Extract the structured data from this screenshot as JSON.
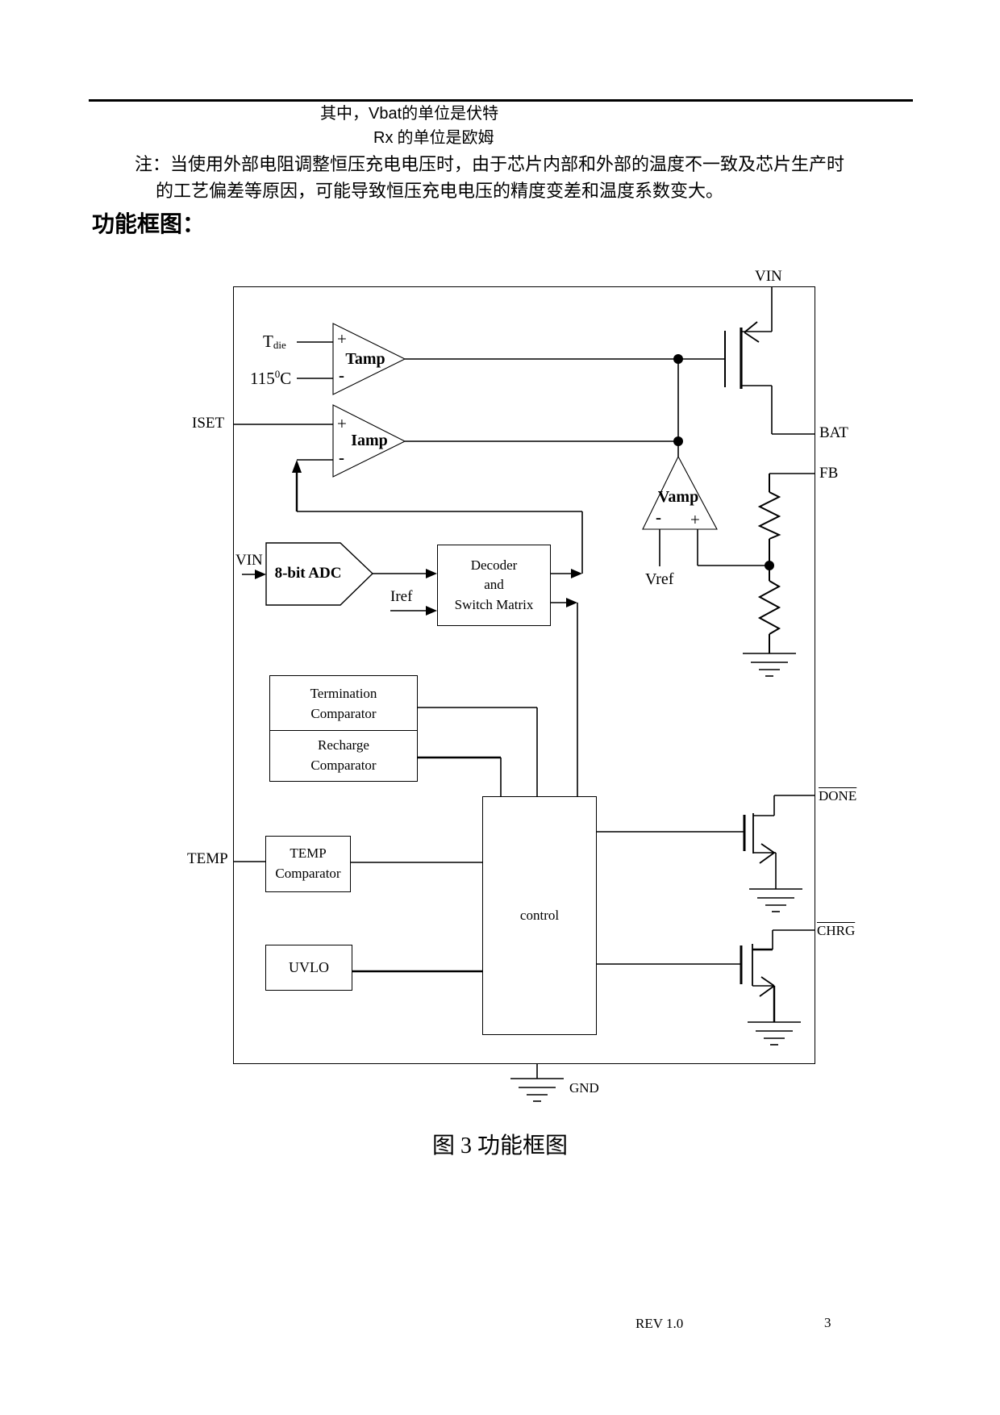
{
  "page": {
    "note1_prefix": "其中，",
    "note1_var": "Vbat",
    "note1_suffix": "的单位是伏特",
    "note2_var": "Rx",
    "note2_suffix": " 的单位是欧姆",
    "note3_label": "注：",
    "note3_text": "当使用外部电阻调整恒压充电电压时，由于芯片内部和外部的温度不一致及芯片生产时",
    "note4_text": "的工艺偏差等原因，可能导致恒压充电电压的精度变差和温度系数变大。",
    "heading": "功能框图：",
    "caption": "图 3  功能框图",
    "footer_rev": "REV 1.0",
    "footer_page": "3"
  },
  "diagram": {
    "ports": {
      "vin_top": "VIN",
      "bat": "BAT",
      "fb": "FB",
      "iset": "ISET",
      "temp": "TEMP",
      "done": "DONE",
      "chrg": "CHRG",
      "gnd": "GND",
      "vin_adc": "VIN"
    },
    "amps": {
      "tamp": "Tamp",
      "iamp": "Iamp",
      "vamp": "Vamp"
    },
    "signals": {
      "tdie_base": "T",
      "tdie_sub": "die",
      "tth_num": "115",
      "tth_sup": "0",
      "tth_unit": "C",
      "vref": "Vref",
      "iref": "Iref"
    },
    "signs": {
      "plus": "+",
      "minus": "-"
    },
    "blocks": {
      "adc": "8-bit ADC",
      "decoder": "Decoder\nand\nSwitch Matrix",
      "termination": "Termination\nComparator",
      "recharge": "Recharge\nComparator",
      "temp_cmp": "TEMP\nComparator",
      "uvlo": "UVLO",
      "control": "control"
    }
  }
}
